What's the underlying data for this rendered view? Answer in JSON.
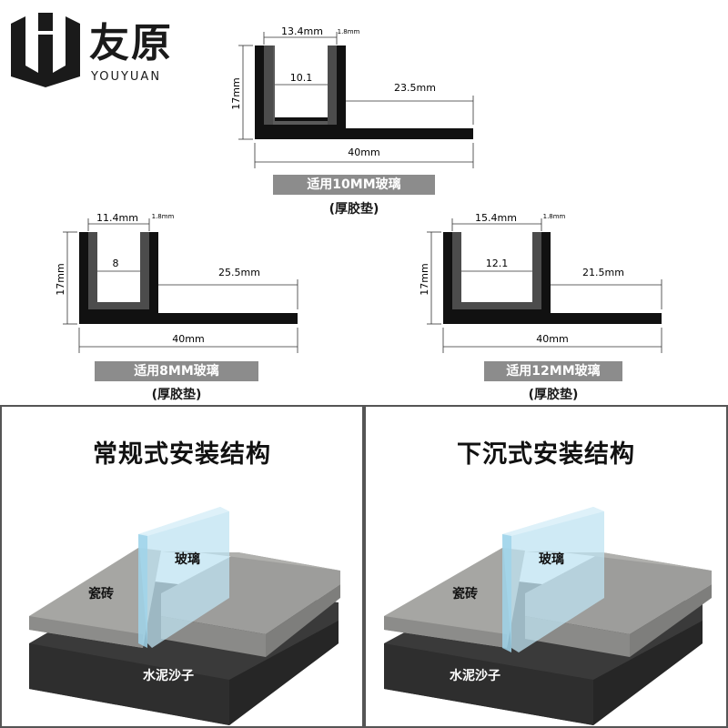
{
  "brand": {
    "name_cn": "友原",
    "name_en": "YOUYUAN"
  },
  "profiles": [
    {
      "id": "10mm",
      "dim_top": "13.4mm",
      "dim_wall": "1.8mm",
      "dim_inner": "10.1",
      "dim_flange": "23.5mm",
      "dim_height": "17mm",
      "dim_total": "40mm",
      "label": "适用10MM玻璃",
      "sub": "(厚胶垫)"
    },
    {
      "id": "8mm",
      "dim_top": "11.4mm",
      "dim_wall": "1.8mm",
      "dim_inner": "8",
      "dim_flange": "25.5mm",
      "dim_height": "17mm",
      "dim_total": "40mm",
      "label": "适用8MM玻璃",
      "sub": "(厚胶垫)"
    },
    {
      "id": "12mm",
      "dim_top": "15.4mm",
      "dim_wall": "1.8mm",
      "dim_inner": "12.1",
      "dim_flange": "21.5mm",
      "dim_height": "17mm",
      "dim_total": "40mm",
      "label": "适用12MM玻璃",
      "sub": "(厚胶垫)"
    }
  ],
  "installs": [
    {
      "title": "常规式安装结构",
      "glass": "玻璃",
      "tile": "瓷砖",
      "base": "水泥沙子"
    },
    {
      "title": "下沉式安装结构",
      "glass": "玻璃",
      "tile": "瓷砖",
      "base": "水泥沙子"
    }
  ],
  "colors": {
    "profile": "#111111",
    "gasket": "#555555",
    "badge": "#8c8c8c",
    "glass": "#bfe3f2",
    "tile": "#9a9a98",
    "base": "#3c3c3c"
  }
}
